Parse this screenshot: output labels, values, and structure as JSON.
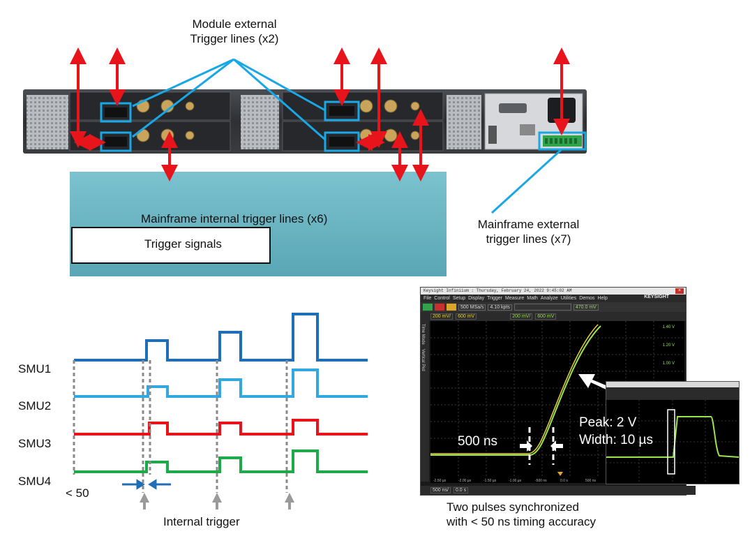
{
  "top": {
    "module_label_line1": "Module external",
    "module_label_line2": "Trigger lines (x2)",
    "internal_lines_label": "Mainframe internal trigger lines (x6)",
    "legend_label": "Trigger signals",
    "external_label_line1": "Mainframe external",
    "external_label_line2": "trigger lines (x7)"
  },
  "timing": {
    "signals": [
      {
        "name": "SMU1",
        "color": "#1f6fb8"
      },
      {
        "name": "SMU2",
        "color": "#33a8e0"
      },
      {
        "name": "SMU3",
        "color": "#e8141c"
      },
      {
        "name": "SMU4",
        "color": "#1faa4a"
      }
    ],
    "delay_label": "< 50",
    "trigger_label": "Internal trigger"
  },
  "scope": {
    "titlebar": "Keysight Infiniium : Thursday, February 24, 2022 9:45:02 AM",
    "brand": "KEYSIGHT",
    "menu": [
      "File",
      "Control",
      "Setup",
      "Display",
      "Trigger",
      "Measure",
      "Math",
      "Analyze",
      "Utilities",
      "Demos",
      "Help"
    ],
    "sample_rate": "500 MSa/s",
    "memory_depth": "4.10 kpts",
    "trigger_level": "470.0 mV",
    "ch1_scale": "200 mV/",
    "ch1_offset": "600 mV",
    "ch2_scale": "200 mV/",
    "ch2_offset": "600 mV",
    "side_tabs": [
      "Time Mode",
      "Vertical Pkd"
    ],
    "y_ticks": [
      "1.40 V",
      "1.20 V",
      "1.00 V"
    ],
    "x_ticks": [
      "-2.50 µs",
      "-2.00 µs",
      "-1.50 µs",
      "-1.00 µs",
      "-500 ns",
      "0.0 s",
      "500 ns"
    ],
    "horiz_scale": "500 ns/",
    "horiz_pos": "0.0 s",
    "annot_500ns": "500 ns",
    "annot_peak": "Peak: 2 V",
    "annot_width": "Width: 10 µs",
    "caption_line1": "Two pulses synchronized",
    "caption_line2": "with < 50 ns timing accuracy"
  },
  "colors": {
    "arrow_red": "#e8141c",
    "callout_blue": "#1aa7e6",
    "panel_teal": "#6fb8c6",
    "trace_green": "#9be44c"
  }
}
